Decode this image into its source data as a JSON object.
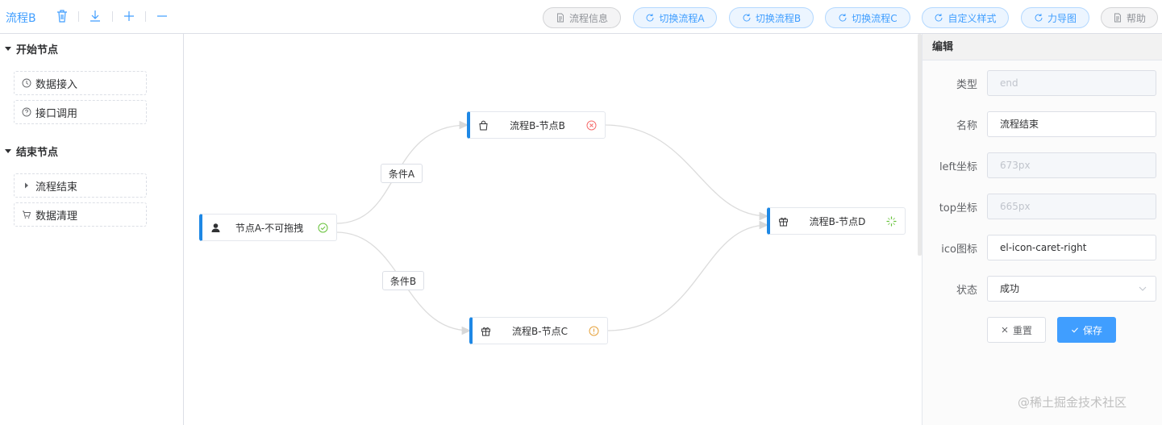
{
  "toolbar": {
    "flow_name": "流程B",
    "buttons": [
      {
        "label": "流程信息",
        "icon": "document-icon"
      },
      {
        "label": "切换流程A",
        "icon": "refresh-icon"
      },
      {
        "label": "切换流程B",
        "icon": "refresh-icon"
      },
      {
        "label": "切换流程C",
        "icon": "refresh-icon"
      },
      {
        "label": "自定义样式",
        "icon": "refresh-icon"
      },
      {
        "label": "力导图",
        "icon": "refresh-icon"
      },
      {
        "label": "帮助",
        "icon": "document-icon"
      }
    ],
    "icons": [
      "delete-icon",
      "download-icon",
      "plus-icon",
      "minus-icon"
    ]
  },
  "left_menu": {
    "groups": [
      {
        "title": "开始节点",
        "items": [
          {
            "label": "数据接入",
            "icon": "clock-icon"
          },
          {
            "label": "接口调用",
            "icon": "help-circle-icon"
          }
        ]
      },
      {
        "title": "结束节点",
        "items": [
          {
            "label": "流程结束",
            "icon": "caret-right-icon"
          },
          {
            "label": "数据清理",
            "icon": "cart-icon"
          }
        ]
      }
    ]
  },
  "canvas": {
    "nodes": [
      {
        "name": "节点A-不可拖拽",
        "icon": "user-icon",
        "state": "success",
        "state_icon": "check-circle-icon",
        "state_color": "#67c23a"
      },
      {
        "name": "流程B-节点B",
        "icon": "bag-icon",
        "state": "error",
        "state_icon": "close-circle-icon",
        "state_color": "#f56c6c"
      },
      {
        "name": "流程B-节点C",
        "icon": "present-icon",
        "state": "warning",
        "state_icon": "warning-circle-icon",
        "state_color": "#e6a23c"
      },
      {
        "name": "流程B-节点D",
        "icon": "present-icon",
        "state": "running",
        "state_icon": "loading-icon",
        "state_color": "#67c23a"
      }
    ],
    "edges": [
      {
        "from": "节点A-不可拖拽",
        "to": "流程B-节点B",
        "label": "条件A"
      },
      {
        "from": "节点A-不可拖拽",
        "to": "流程B-节点C",
        "label": "条件B"
      },
      {
        "from": "流程B-节点B",
        "to": "流程B-节点D",
        "label": ""
      },
      {
        "from": "流程B-节点C",
        "to": "流程B-节点D",
        "label": ""
      }
    ],
    "node_accent": "#1e88e5"
  },
  "panel": {
    "title": "编辑",
    "fields": [
      {
        "label": "类型",
        "value": "end",
        "disabled": true
      },
      {
        "label": "名称",
        "value": "流程结束",
        "disabled": false
      },
      {
        "label": "left坐标",
        "value": "673px",
        "disabled": true
      },
      {
        "label": "top坐标",
        "value": "665px",
        "disabled": true
      },
      {
        "label": "ico图标",
        "value": "el-icon-caret-right",
        "disabled": false
      },
      {
        "label": "状态",
        "value": "成功",
        "disabled": false,
        "type": "select"
      }
    ],
    "reset_label": "重置",
    "save_label": "保存"
  },
  "watermark": "@稀土掘金技术社区",
  "colors": {
    "primary": "#409eff",
    "border": "#dcdfe6"
  }
}
